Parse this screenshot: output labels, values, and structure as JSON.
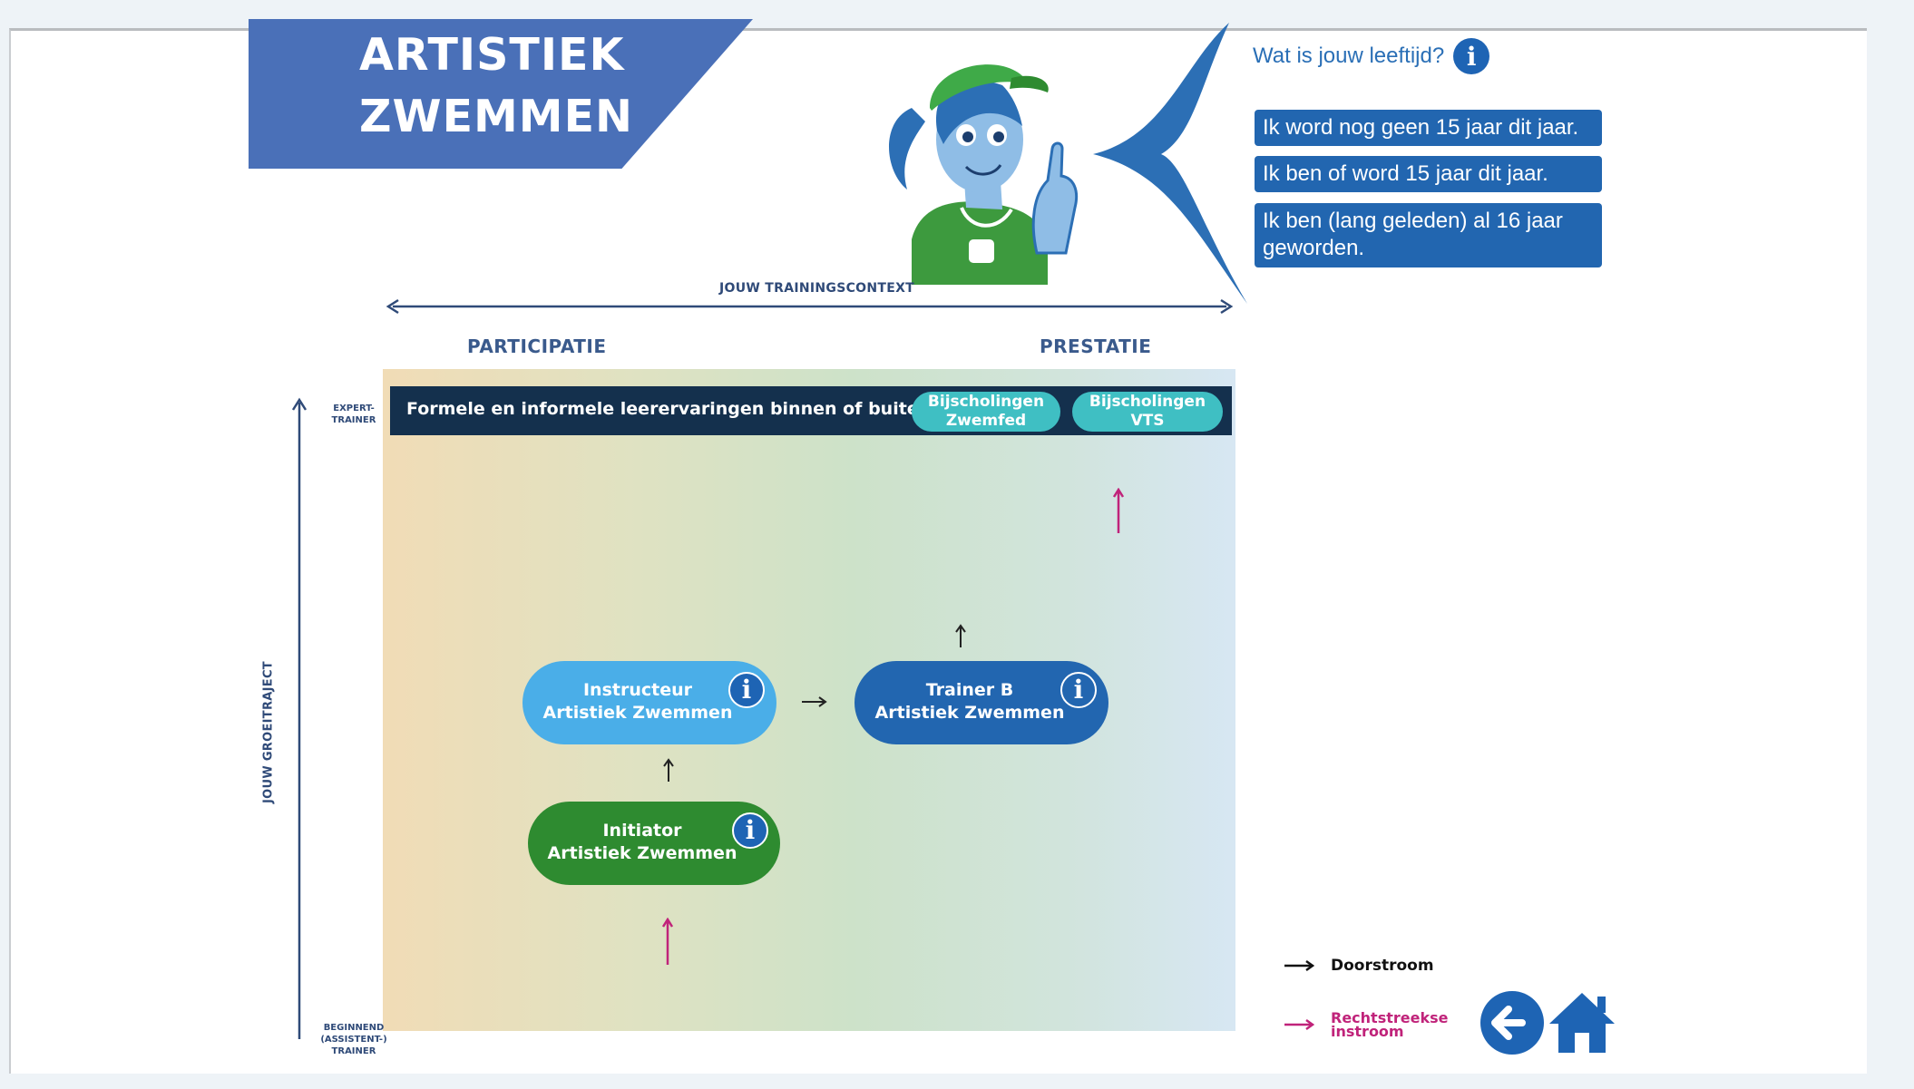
{
  "title": {
    "line1": "ARTISTIEK",
    "line2": "ZWEMMEN"
  },
  "age": {
    "question": "Wat is jouw leeftijd?",
    "info_icon": "i",
    "options": [
      "Ik word nog geen 15 jaar dit jaar.",
      "Ik ben of word 15 jaar dit jaar.",
      "Ik ben (lang geleden) al 16 jaar geworden."
    ]
  },
  "context": {
    "label": "JOUW TRAININGSCONTEXT",
    "left": "PARTICIPATIE",
    "right": "PRESTATIE"
  },
  "growth": {
    "label": "JOUW GROEITRAJECT",
    "top": [
      "EXPERT-",
      "TRAINER"
    ],
    "bottom": [
      "BEGINNEND",
      "(ASSISTENT-)",
      "TRAINER"
    ]
  },
  "top_bar": {
    "text": "Formele en informele leerervaringen binnen of buiten VTS",
    "pills": [
      {
        "line1": "Bijscholingen",
        "line2": "Zwemfed"
      },
      {
        "line1": "Bijscholingen",
        "line2": "VTS"
      }
    ]
  },
  "courses": {
    "instructeur": {
      "line1": "Instructeur",
      "line2": "Artistiek Zwemmen",
      "icon": "i"
    },
    "trainer_b": {
      "line1": "Trainer B",
      "line2": "Artistiek Zwemmen",
      "icon": "i"
    },
    "initiator": {
      "line1": "Initiator",
      "line2": "Artistiek Zwemmen",
      "icon": "i"
    }
  },
  "legend": {
    "doorstroom": "Doorstroom",
    "instroom_line1": "Rechtstreekse",
    "instroom_line2": "instroom"
  },
  "colors": {
    "banner": "#4a70b8",
    "age_button": "#2266b0",
    "instructeur": "#4aaee8",
    "trainer_b": "#2266b0",
    "initiator": "#2e8b30",
    "teal": "#3fbfc3",
    "dark_bar": "#14304d",
    "instroom_arrow": "#c0237a"
  },
  "icons": [
    "info-icon",
    "back-arrow-icon",
    "home-icon"
  ]
}
